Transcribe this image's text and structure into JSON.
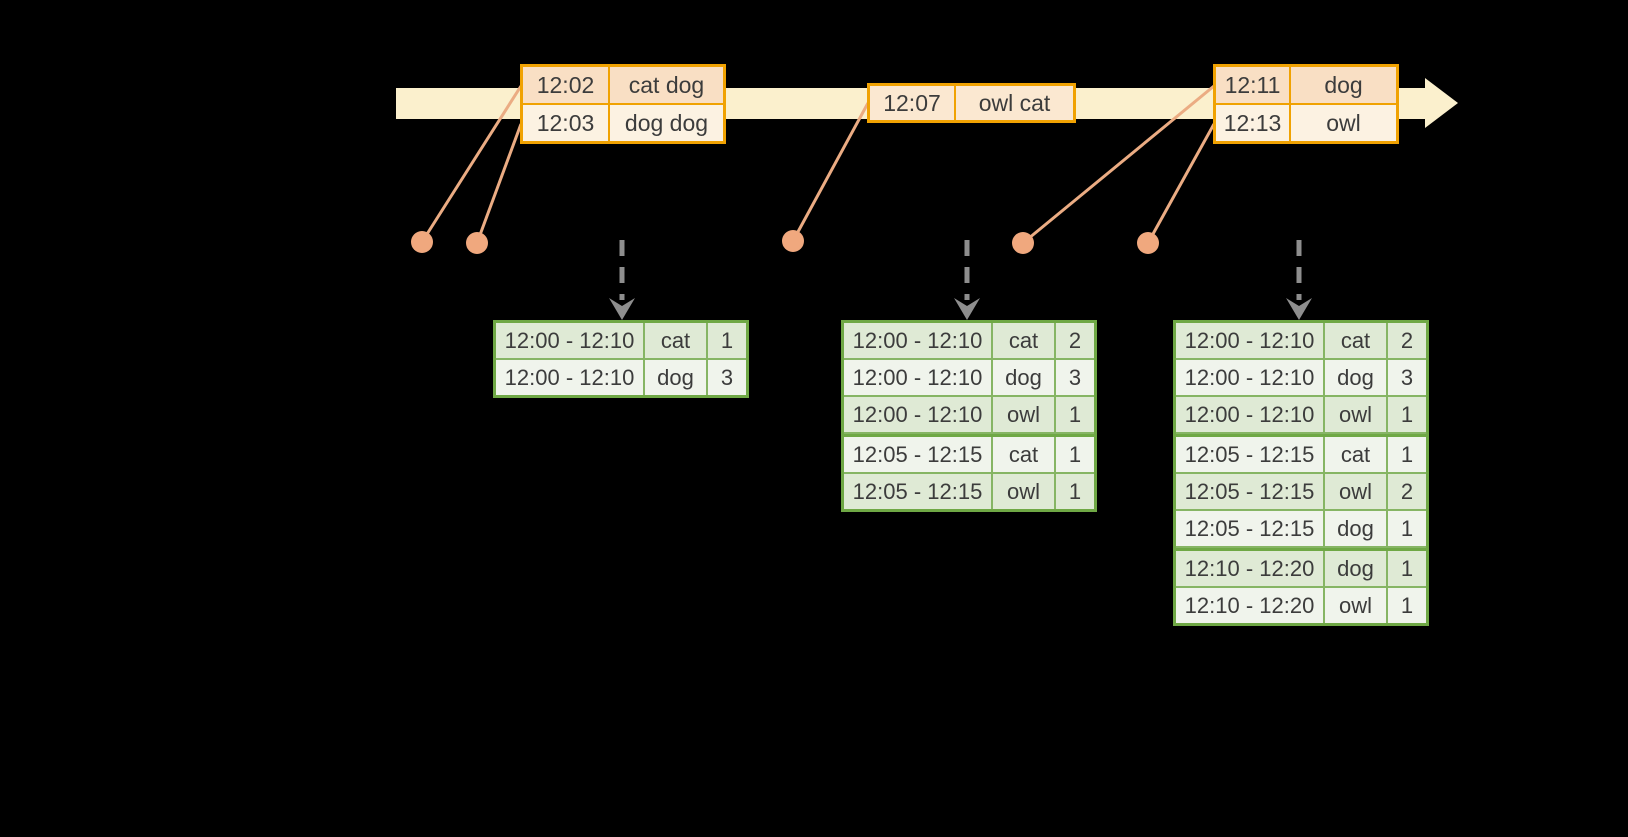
{
  "diagram": {
    "kind": "streaming-windowed-word-count-timeline",
    "background": "#000000"
  },
  "colors": {
    "timeline_band": "#FBF0CD",
    "event_table_border": "#F0A202",
    "event_row_dark": "#F9DFC4",
    "event_row_light": "#FCF2E2",
    "event_row_mid": "#FBE8D1",
    "result_table_border": "#6FA845",
    "result_row_dark": "#DFEAD5",
    "result_row_light": "#F0F4EC",
    "connector_salmon": "#EFA87E",
    "trigger_arrow_gray": "#8E8E8E",
    "text": "#3C3C3C"
  },
  "icons": {
    "timeline_arrowhead": "right-pointing-triangle",
    "event_dot": "filled-circle",
    "trigger_arrow": "dashed-down-arrow"
  },
  "timeline": {
    "event_tables": [
      {
        "rows": [
          {
            "time": "12:02",
            "words": "cat dog"
          },
          {
            "time": "12:03",
            "words": "dog dog"
          }
        ]
      },
      {
        "rows": [
          {
            "time": "12:07",
            "words": "owl cat"
          }
        ]
      },
      {
        "rows": [
          {
            "time": "12:11",
            "words": "dog"
          },
          {
            "time": "12:13",
            "words": "owl"
          }
        ]
      }
    ]
  },
  "result_tables": [
    {
      "rows": [
        {
          "window": "12:00 - 12:10",
          "word": "cat",
          "count": "1"
        },
        {
          "window": "12:00 - 12:10",
          "word": "dog",
          "count": "3"
        }
      ]
    },
    {
      "rows": [
        {
          "window": "12:00 - 12:10",
          "word": "cat",
          "count": "2"
        },
        {
          "window": "12:00 - 12:10",
          "word": "dog",
          "count": "3"
        },
        {
          "window": "12:00 - 12:10",
          "word": "owl",
          "count": "1"
        },
        {
          "window": "12:05 - 12:15",
          "word": "cat",
          "count": "1"
        },
        {
          "window": "12:05 - 12:15",
          "word": "owl",
          "count": "1"
        }
      ]
    },
    {
      "rows": [
        {
          "window": "12:00 - 12:10",
          "word": "cat",
          "count": "2"
        },
        {
          "window": "12:00 - 12:10",
          "word": "dog",
          "count": "3"
        },
        {
          "window": "12:00 - 12:10",
          "word": "owl",
          "count": "1"
        },
        {
          "window": "12:05 - 12:15",
          "word": "cat",
          "count": "1"
        },
        {
          "window": "12:05 - 12:15",
          "word": "owl",
          "count": "2"
        },
        {
          "window": "12:05 - 12:15",
          "word": "dog",
          "count": "1"
        },
        {
          "window": "12:10 - 12:20",
          "word": "dog",
          "count": "1"
        },
        {
          "window": "12:10 - 12:20",
          "word": "owl",
          "count": "1"
        }
      ]
    }
  ]
}
